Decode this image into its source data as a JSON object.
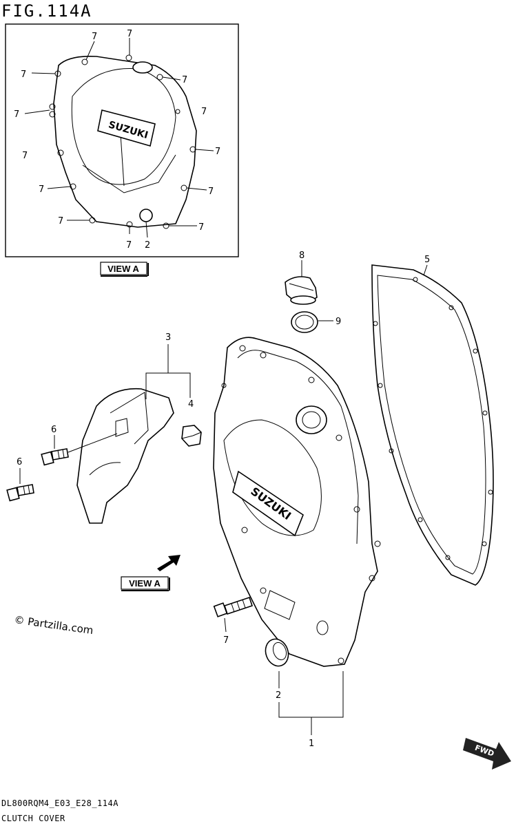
{
  "figure_title": "FIG.114A",
  "view_label": "VIEW A",
  "watermark": "© Partzilla.com",
  "footer_code": "DL800RQM4_E03_E28_114A",
  "footer_name": "CLUTCH COVER",
  "fwd_label": "FWD",
  "brand_emboss": "SUZUKI",
  "callouts": {
    "n1": "1",
    "n2": "2",
    "n3": "3",
    "n4": "4",
    "n5": "5",
    "n6": "6",
    "n7": "7",
    "n8": "8",
    "n9": "9"
  }
}
